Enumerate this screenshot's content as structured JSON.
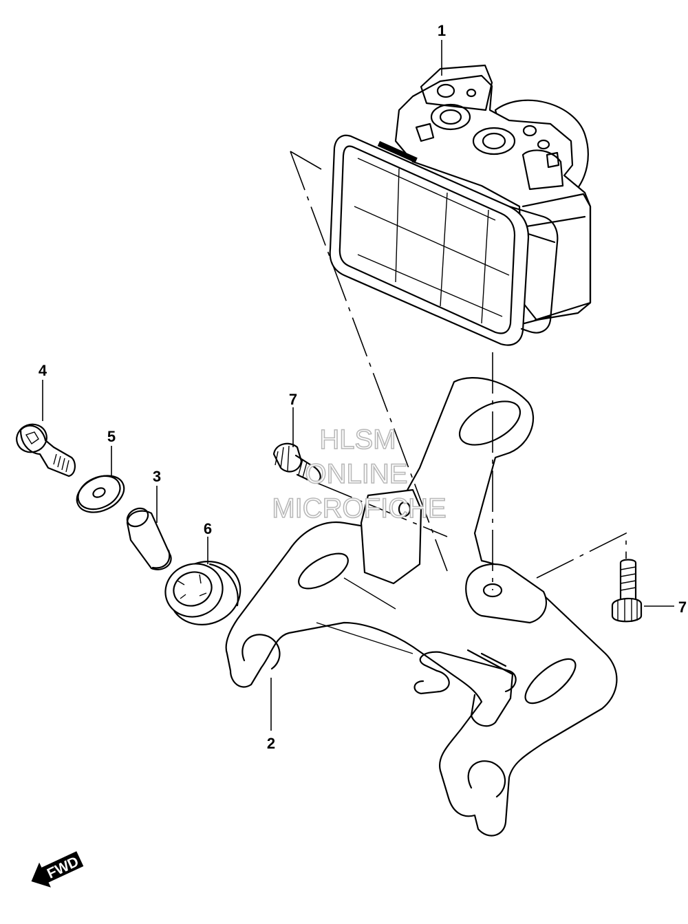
{
  "callouts": {
    "c1": "1",
    "c2": "2",
    "c3": "3",
    "c4": "4",
    "c5": "5",
    "c6": "6",
    "c7a": "7",
    "c7b": "7"
  },
  "watermark": {
    "line1": "HLSM",
    "line2": "ONLINE",
    "line3": "MICROFICHE"
  },
  "fwd_label": "FWD"
}
